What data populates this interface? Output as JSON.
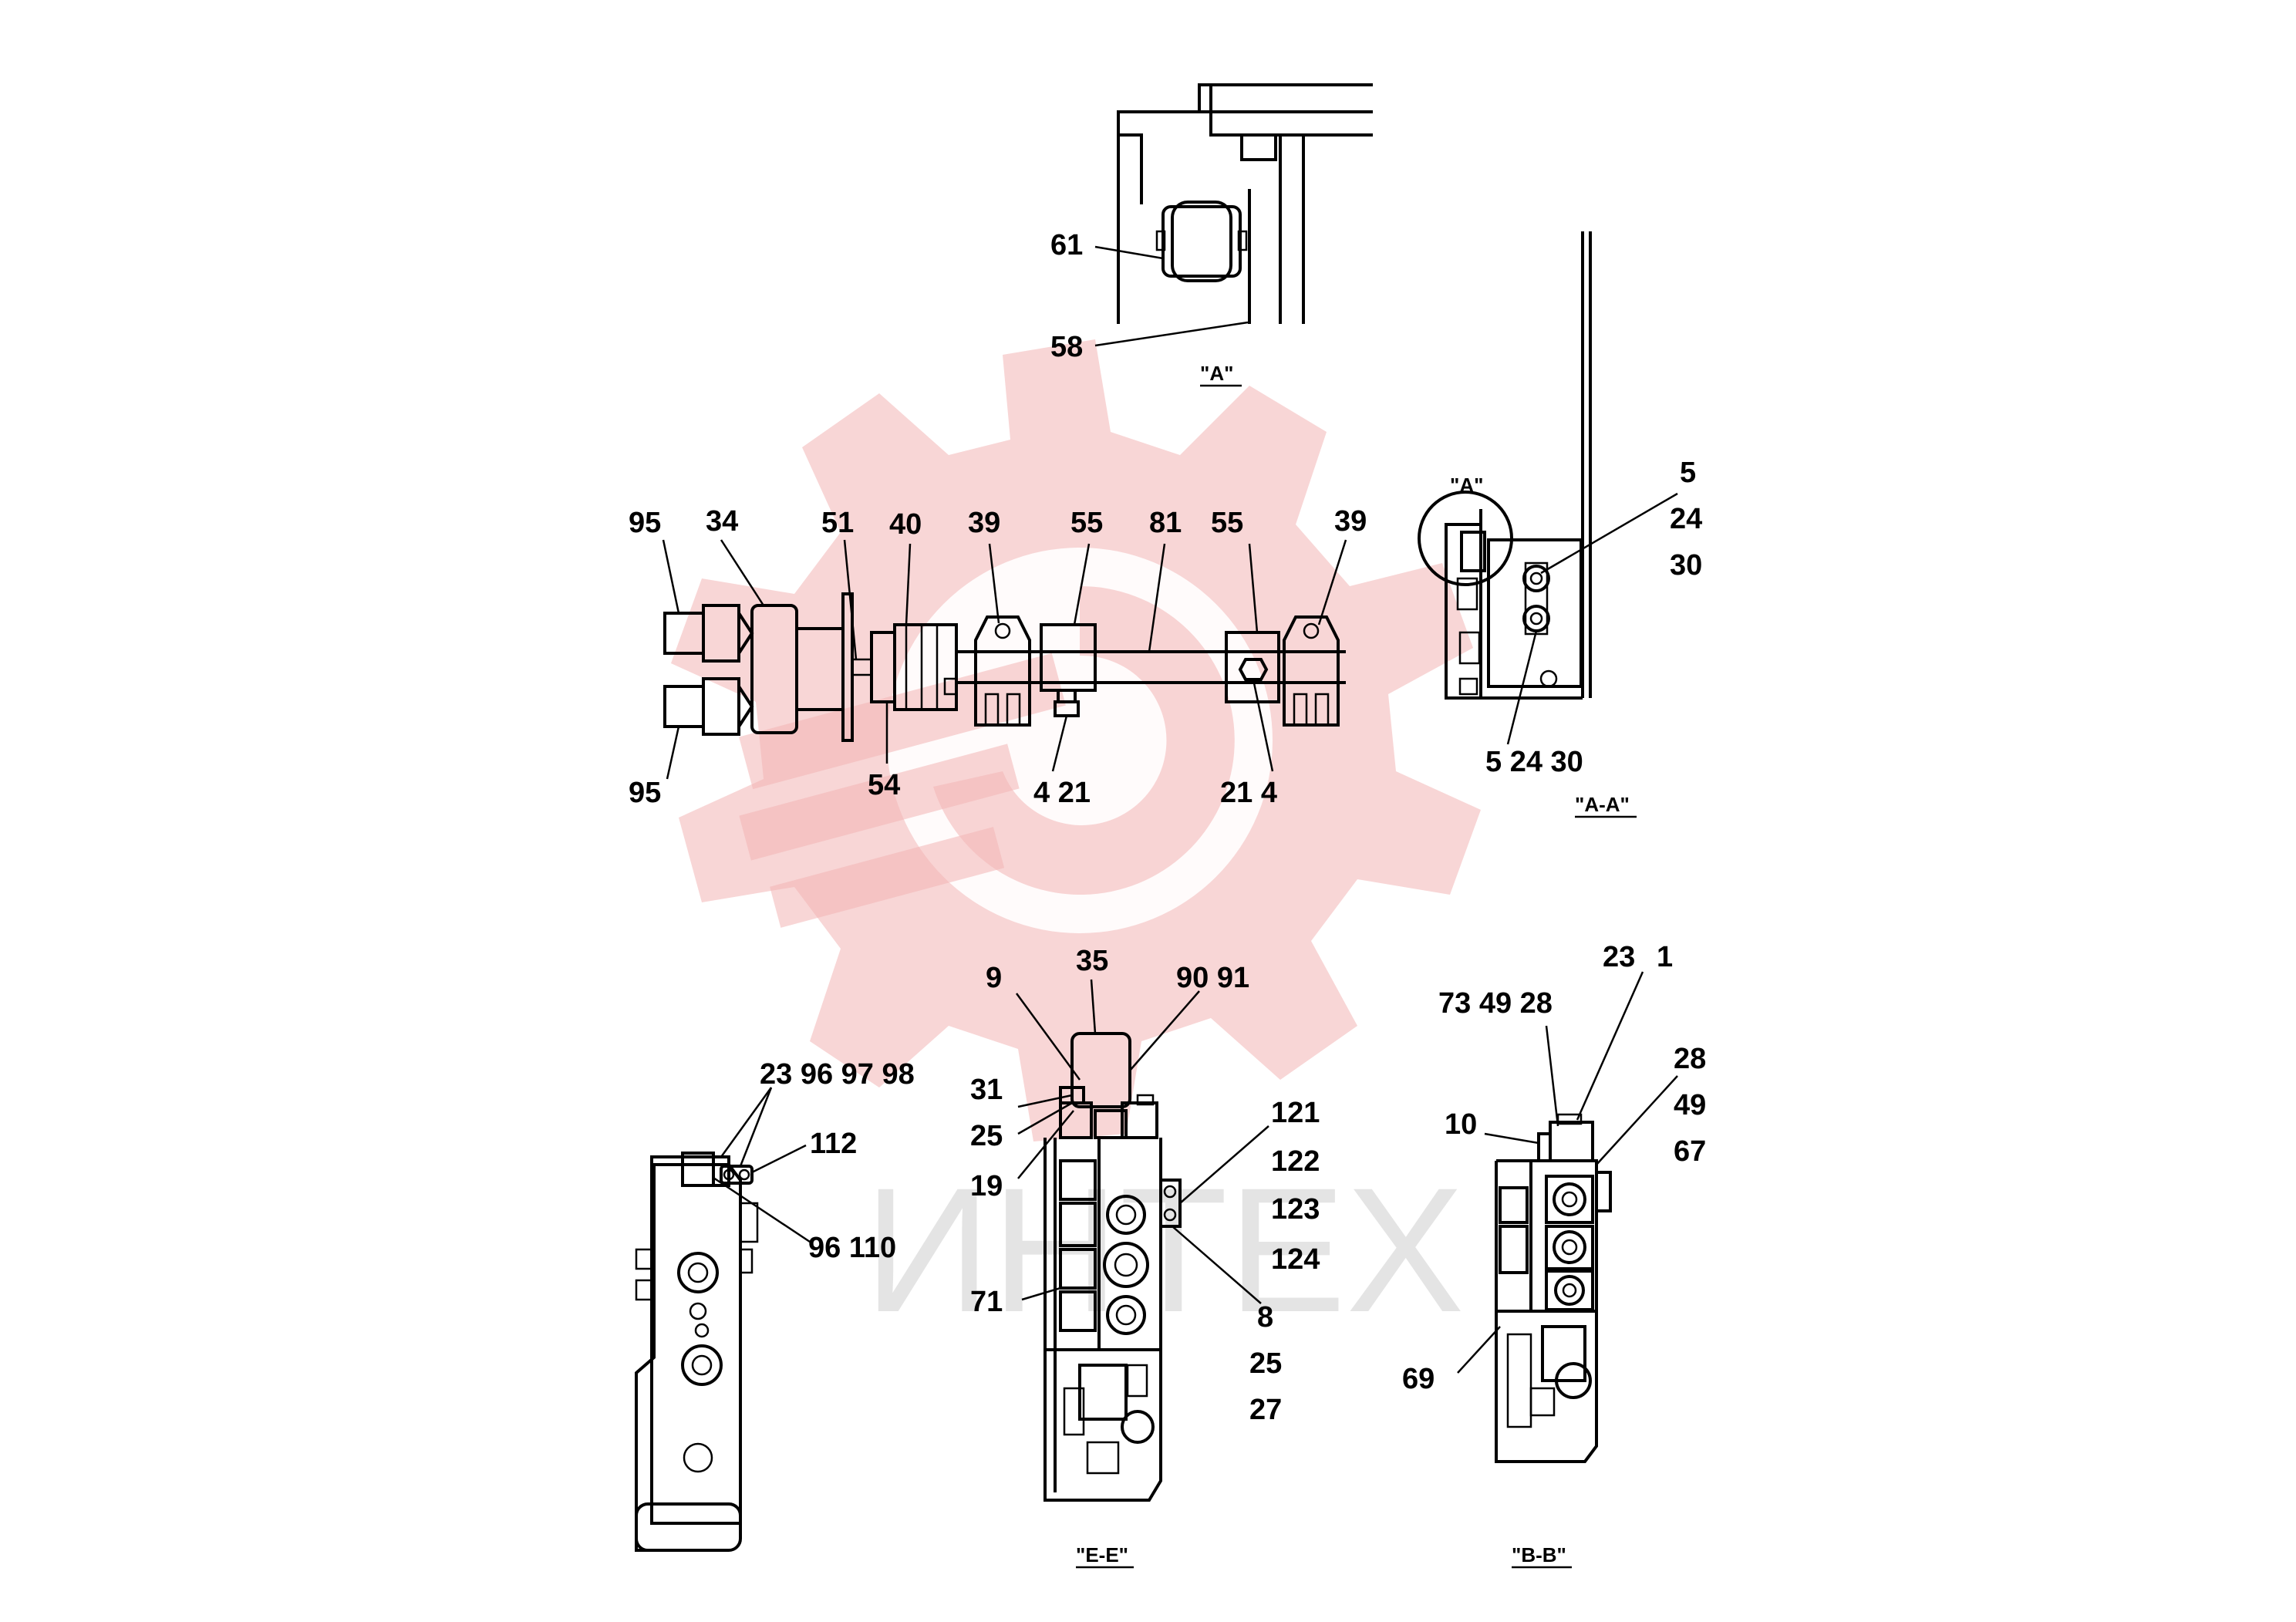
{
  "watermark": {
    "text": "ИНТЕХ",
    "color": "#f2b5b5"
  },
  "view_titles": {
    "a": "\"A\"",
    "aa": "\"A-A\"",
    "ee": "\"E-E\"",
    "bb": "\"B-B\"",
    "callout_a": "\"A\""
  },
  "labels": {
    "v_a": [
      "61",
      "58"
    ],
    "v_aa": [
      "5",
      "24",
      "30",
      "5  24 30"
    ],
    "assembly": [
      "95",
      "34",
      "51",
      "40",
      "39",
      "55",
      "81",
      "55",
      "39",
      "95",
      "54",
      "4  21",
      "21  4"
    ],
    "v_left": [
      "23 96 97 98",
      "112",
      "96 110"
    ],
    "v_ee": [
      "9",
      "35",
      "90 91",
      "31",
      "25",
      "19",
      "121",
      "122",
      "123",
      "124",
      "71",
      "8",
      "25",
      "27"
    ],
    "v_bb": [
      "23",
      "1",
      "73 49 28",
      "28",
      "49",
      "67",
      "10",
      "69"
    ]
  }
}
